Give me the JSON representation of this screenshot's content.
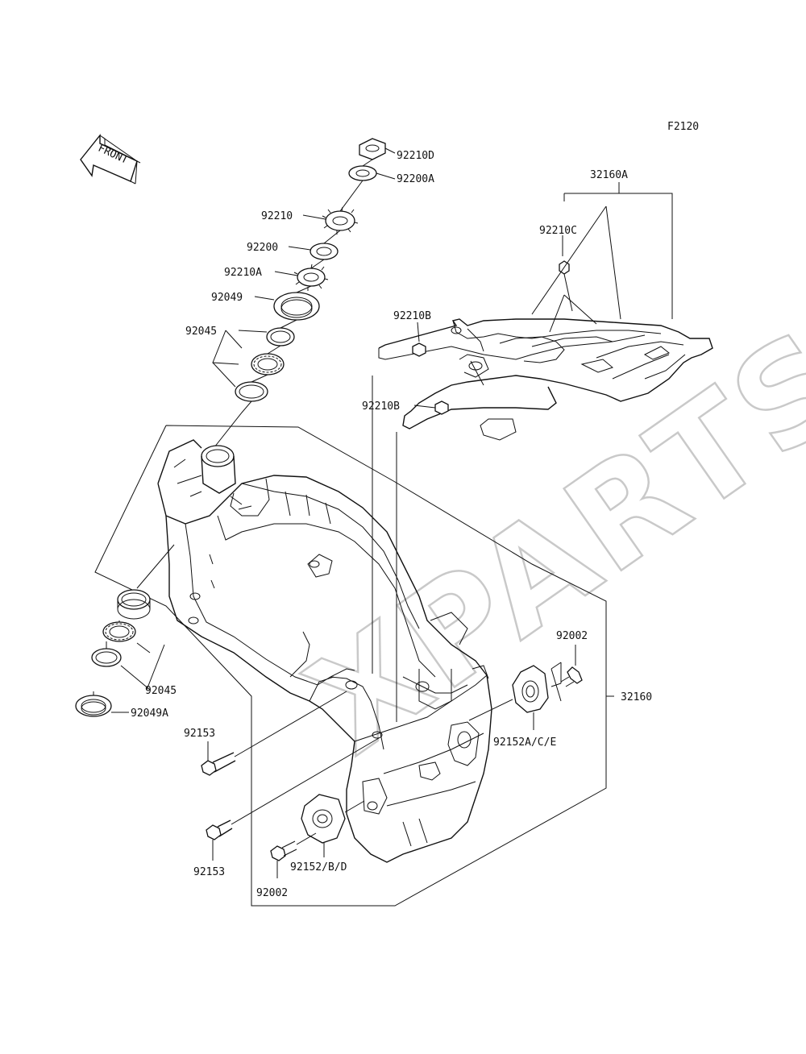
{
  "diagram_code": "F2120",
  "front_arrow_label": "FRONT",
  "watermark": "XPARTS",
  "labels": {
    "l_92210D": "92210D",
    "l_92200A": "92200A",
    "l_92210": "92210",
    "l_92200": "92200",
    "l_92210A": "92210A",
    "l_92049": "92049",
    "l_92045_top": "92045",
    "l_32160A": "32160A",
    "l_92210C": "92210C",
    "l_92210B_top": "92210B",
    "l_92210B_mid": "92210B",
    "l_92002_right": "92002",
    "l_32160": "32160",
    "l_92152ACE": "92152A/C/E",
    "l_92045_bot": "92045",
    "l_92049A": "92049A",
    "l_92153_top": "92153",
    "l_92153_bot": "92153",
    "l_92152BD": "92152/B/D",
    "l_92002_bot": "92002"
  }
}
